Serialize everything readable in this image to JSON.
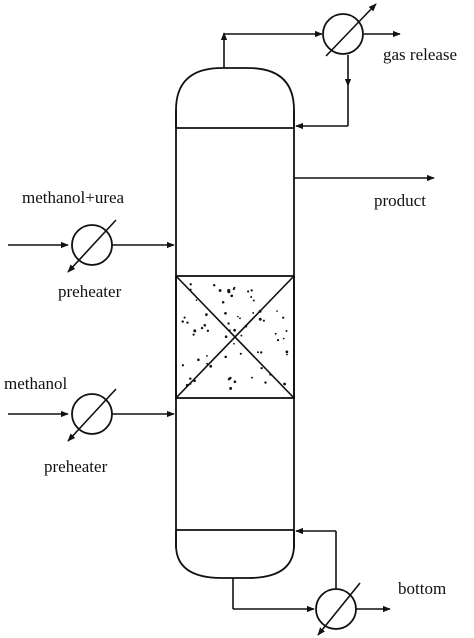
{
  "labels": {
    "feed_1": "methanol+urea",
    "feed_2": "methanol",
    "preheater_1": "preheater",
    "preheater_2": "preheater",
    "gas_release": "gas release",
    "product": "product",
    "bottom": "bottom"
  }
}
